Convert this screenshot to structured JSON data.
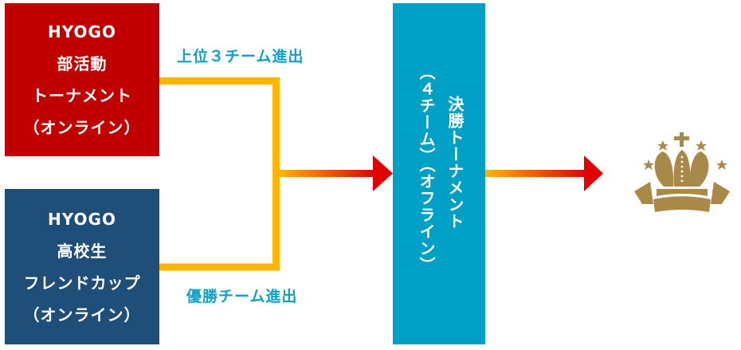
{
  "qualifiers": [
    {
      "lines": [
        "HYOGO",
        "部活動",
        "トーナメント",
        "（オンライン）"
      ],
      "color": "#c00000"
    },
    {
      "lines": [
        "HYOGO",
        "高校生",
        "フレンドカップ",
        "（オンライン）"
      ],
      "color": "#1f4e79"
    }
  ],
  "advance_labels": {
    "top": "上位３チーム進出",
    "bottom": "優勝チーム進出"
  },
  "final": {
    "title": "決勝トーナメント",
    "subtitle": "（４チーム）（オフライン）",
    "color": "#00a0c6"
  },
  "winner_icon": "crown-icon",
  "colors": {
    "bracket": "#ffb400",
    "arrow_start": "#ffb400",
    "arrow_end": "#e00000",
    "label": "#109fc6",
    "crown": "#a8894a"
  }
}
